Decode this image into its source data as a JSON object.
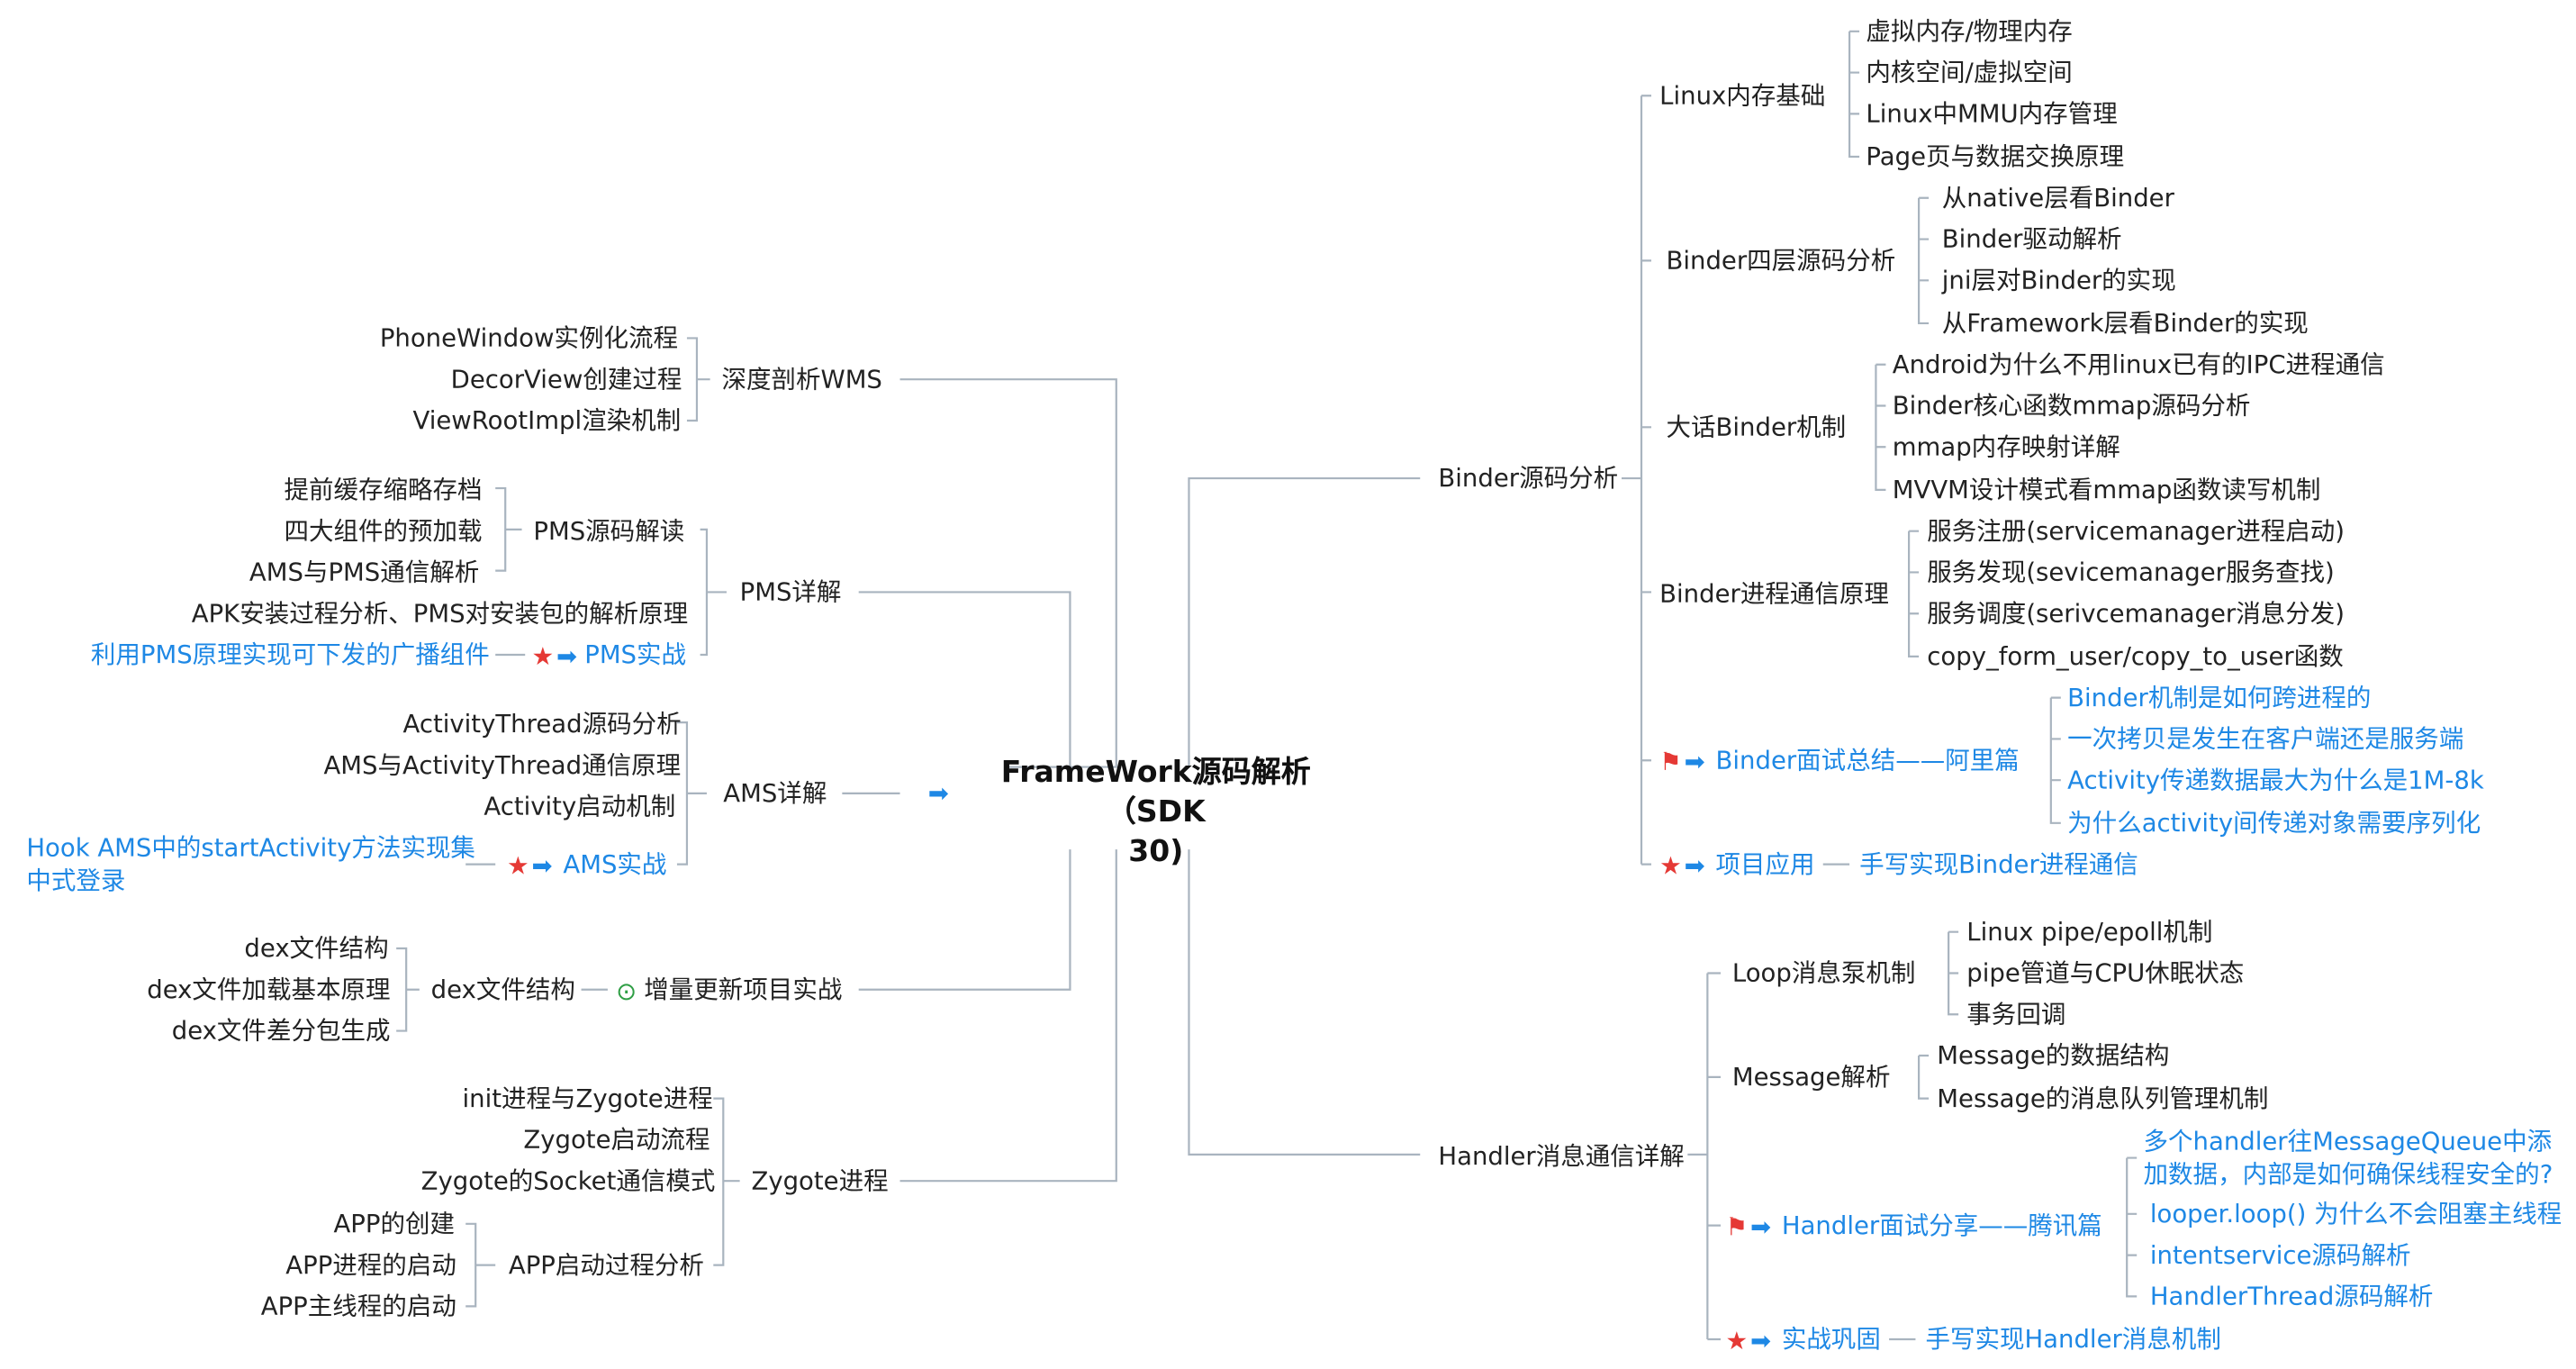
{
  "center": {
    "line1": "FrameWork源码解析（SDK",
    "line2": "30)"
  },
  "left": {
    "wms": {
      "label": "深度剖析WMS",
      "items": [
        "PhoneWindow实例化流程",
        "DecorView创建过程",
        "ViewRootImpl渲染机制"
      ]
    },
    "pms": {
      "label": "PMS详解",
      "source": {
        "label": "PMS源码解读",
        "items": [
          "提前缓存缩略存档",
          "四大组件的预加载",
          "AMS与PMS通信解析"
        ]
      },
      "apk": "APK安装过程分析、PMS对安装包的解析原理",
      "practice": {
        "label": "PMS实战",
        "detail": "利用PMS原理实现可下发的广播组件"
      }
    },
    "ams": {
      "label": "AMS详解",
      "items": [
        "ActivityThread源码分析",
        "AMS与ActivityThread通信原理",
        "Activity启动机制"
      ],
      "practice": {
        "label": "AMS实战",
        "detail_line1": "Hook AMS中的startActivity方法实现集",
        "detail_line2": "中式登录"
      }
    },
    "dex": {
      "label": "增量更新项目实战",
      "sub": {
        "label": "dex文件结构",
        "items": [
          "dex文件结构",
          "dex文件加载基本原理",
          "dex文件差分包生成"
        ]
      }
    },
    "zygote": {
      "label": "Zygote进程",
      "items": [
        "init进程与Zygote进程",
        "Zygote启动流程",
        "Zygote的Socket通信模式"
      ],
      "app": {
        "label": "APP启动过程分析",
        "items": [
          "APP的创建",
          "APP进程的启动",
          "APP主线程的启动"
        ]
      }
    }
  },
  "right": {
    "binder": {
      "label": "Binder源码分析",
      "linux": {
        "label": "Linux内存基础",
        "items": [
          "虚拟内存/物理内存",
          "内核空间/虚拟空间",
          "Linux中MMU内存管理",
          "Page页与数据交换原理"
        ]
      },
      "four": {
        "label": "Binder四层源码分析",
        "items": [
          "从native层看Binder",
          "Binder驱动解析",
          "jni层对Binder的实现",
          "从Framework层看Binder的实现"
        ]
      },
      "talk": {
        "label": "大话Binder机制",
        "items": [
          "Android为什么不用linux已有的IPC进程通信",
          "Binder核心函数mmap源码分析",
          "mmap内存映射详解",
          "MVVM设计模式看mmap函数读写机制"
        ]
      },
      "ipc": {
        "label": "Binder进程通信原理",
        "items": [
          "服务注册(servicemanager进程启动)",
          "服务发现(sevicemanager服务查找)",
          "服务调度(serivcemanager消息分发)",
          "copy_form_user/copy_to_user函数"
        ]
      },
      "interview": {
        "label": "Binder面试总结——阿里篇",
        "items": [
          "Binder机制是如何跨进程的",
          "一次拷贝是发生在客户端还是服务端",
          "Activity传递数据最大为什么是1M-8k",
          "为什么activity间传递对象需要序列化"
        ]
      },
      "project": {
        "label": "项目应用",
        "detail": "手写实现Binder进程通信"
      }
    },
    "handler": {
      "label": "Handler消息通信详解",
      "loop": {
        "label": "Loop消息泵机制",
        "items": [
          "Linux pipe/epoll机制",
          "pipe管道与CPU休眠状态",
          "事务回调"
        ]
      },
      "message": {
        "label": "Message解析",
        "items": [
          "Message的数据结构",
          "Message的消息队列管理机制"
        ]
      },
      "interview": {
        "label": "Handler面试分享——腾讯篇",
        "items_1a": "多个handler往MessageQueue中添",
        "items_1b": "加数据，内部是如何确保线程安全的?",
        "items": [
          "looper.loop() 为什么不会阻塞主线程",
          "intentservice源码解析",
          "HandlerThread源码解析"
        ]
      },
      "practice": {
        "label": "实战巩固",
        "detail": "手写实现Handler消息机制"
      }
    }
  },
  "colors": {
    "line": "#a9b4bf",
    "text": "#222222",
    "link": "#1e88e5",
    "star": "#e53935",
    "play": "#2e9e44"
  },
  "icons": {
    "arrow": "arrow-right-icon",
    "star": "star-icon",
    "flag": "flag-icon",
    "play": "play-icon"
  }
}
